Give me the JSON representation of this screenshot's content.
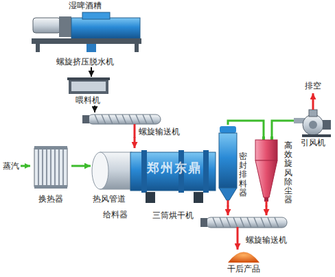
{
  "diagram": {
    "nodes": [
      {
        "text": [
          "湿啤酒糟",
          "螺旋挤压脱水机"
        ]
      },
      {
        "text": [
          "喂料机"
        ]
      },
      {
        "text": [
          "螺旋输送机"
        ]
      },
      {
        "text": [
          "换热器"
        ]
      },
      {
        "text": [
          "热风管道"
        ]
      },
      {
        "text": [
          "三筒烘干机"
        ]
      },
      {
        "text": [
          "密封排料器"
        ]
      },
      {
        "text": [
          "高效旋风除尘器"
        ]
      },
      {
        "text": [
          "引风机"
        ]
      },
      {
        "text": [
          "螺旋输送机"
        ]
      },
      {
        "text": [
          "干后产品"
        ]
      }
    ],
    "edges": [
      {
        "from": 0,
        "to": 1,
        "arrow": "to"
      },
      {
        "from": 1,
        "to": 2,
        "arrow": "to"
      },
      {
        "from": 2,
        "to": 5,
        "arrow": "to"
      },
      {
        "from": 3,
        "to": 4,
        "arrow": "to"
      },
      {
        "from": 6,
        "to": 7,
        "arrow": "none"
      },
      {
        "from": 7,
        "to": 8,
        "arrow": "none"
      },
      {
        "from": 6,
        "to": 9,
        "arrow": "to"
      },
      {
        "from": 7,
        "to": 9,
        "arrow": "to"
      },
      {
        "from": 9,
        "to": 10,
        "arrow": "to"
      }
    ],
    "labels": [
      "蒸汽",
      "给料器",
      "排空",
      "郑州东鼎"
    ]
  }
}
